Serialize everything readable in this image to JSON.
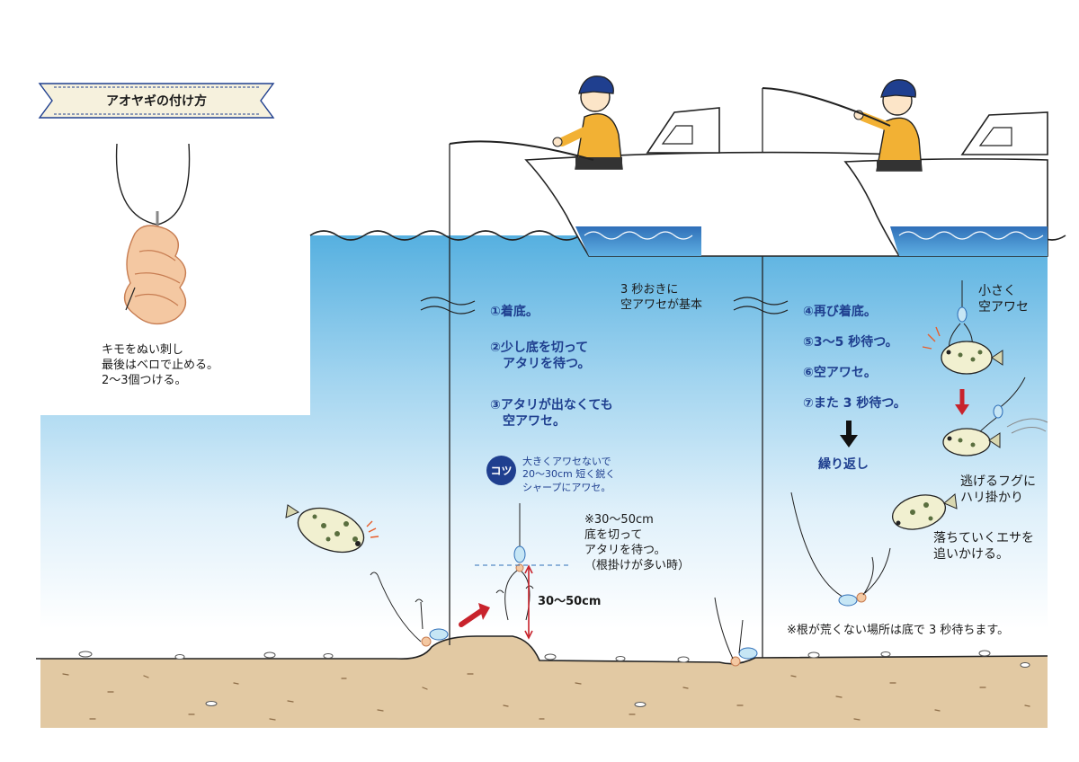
{
  "title": "アオヤギの付け方",
  "bait_note": "キモをぬい刺し\n最後はベロで止める。\n2〜3個つける。",
  "panel1": {
    "header": "3 秒おきに\n空アワセが基本",
    "step1": "①着底。",
    "step2": "②少し底を切って\n　アタリを待つ。",
    "step3": "③アタリが出なくても\n　空アワセ。",
    "tip_badge": "コツ",
    "tip_text": "大きくアワセないで\n20〜30cm 短く鋭く\nシャープにアワセ。",
    "lift_note": "※30〜50cm\n底を切って\nアタリを待つ。\n（根掛けが多い時）",
    "lift_label": "30〜50cm"
  },
  "panel2": {
    "step4": "④再び着底。",
    "step5": "⑤3〜5 秒待つ。",
    "step6": "⑥空アワセ。",
    "step7": "⑦また 3 秒待つ。",
    "repeat": "繰り返し",
    "small_strike": "小さく\n空アワセ",
    "hooked_note": "逃げるフグに\nハリ掛かり",
    "chase_note": "落ちていくエサを\n追いかける。",
    "bottom_note": "※根が荒くない場所は底で 3 秒待ちます。"
  },
  "colors": {
    "water_top": "#56b0e0",
    "sand": "#e2c9a3",
    "text_blue": "#1f3f8f",
    "arrow_red": "#c8232c",
    "jacket": "#f2b134"
  }
}
